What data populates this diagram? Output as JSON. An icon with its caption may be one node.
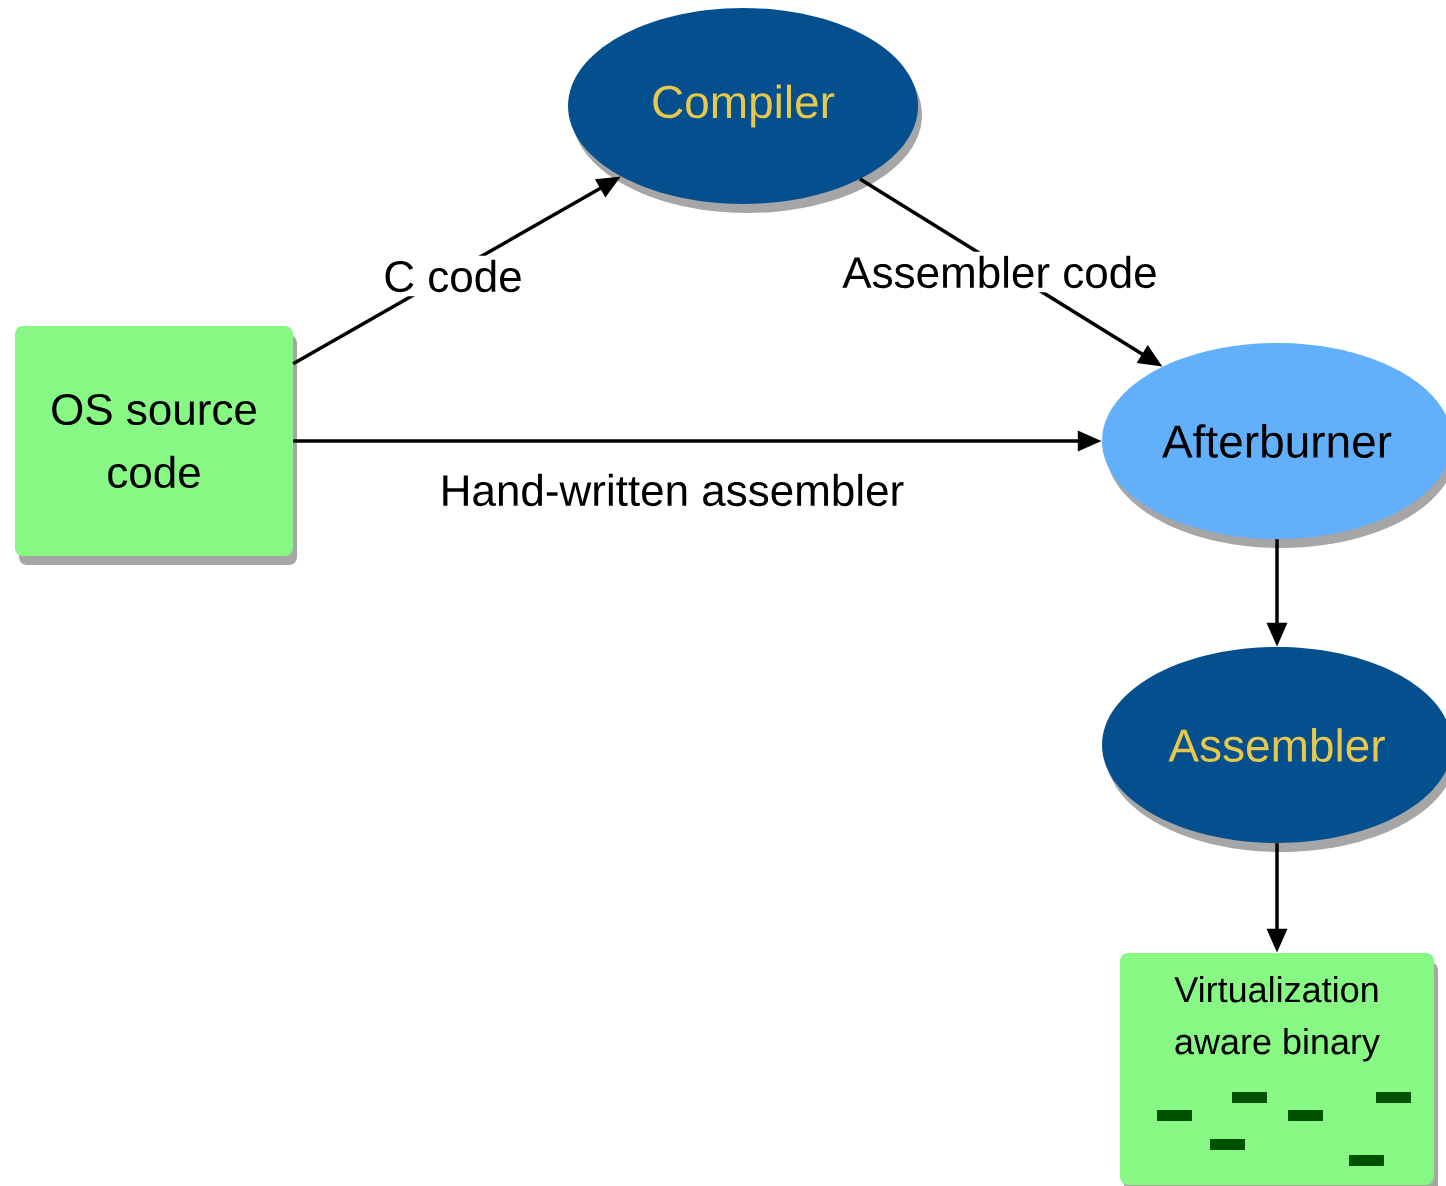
{
  "diagram": {
    "nodes": [
      {
        "text": [
          "OS source code"
        ]
      },
      {
        "text": [
          "Compiler"
        ]
      },
      {
        "text": [
          "Afterburner"
        ]
      },
      {
        "text": [
          "Assembler"
        ]
      },
      {
        "text": [
          "Virtualization aware binary"
        ]
      }
    ],
    "edges": [
      {
        "from": 0,
        "to": 1,
        "arrow": "to",
        "label": "C code"
      },
      {
        "from": 1,
        "to": 2,
        "arrow": "to",
        "label": "Assembler code"
      },
      {
        "from": 0,
        "to": 2,
        "arrow": "to",
        "label": "Hand-written assembler"
      },
      {
        "from": 2,
        "to": 3,
        "arrow": "to"
      },
      {
        "from": 3,
        "to": 4,
        "arrow": "to"
      }
    ]
  }
}
